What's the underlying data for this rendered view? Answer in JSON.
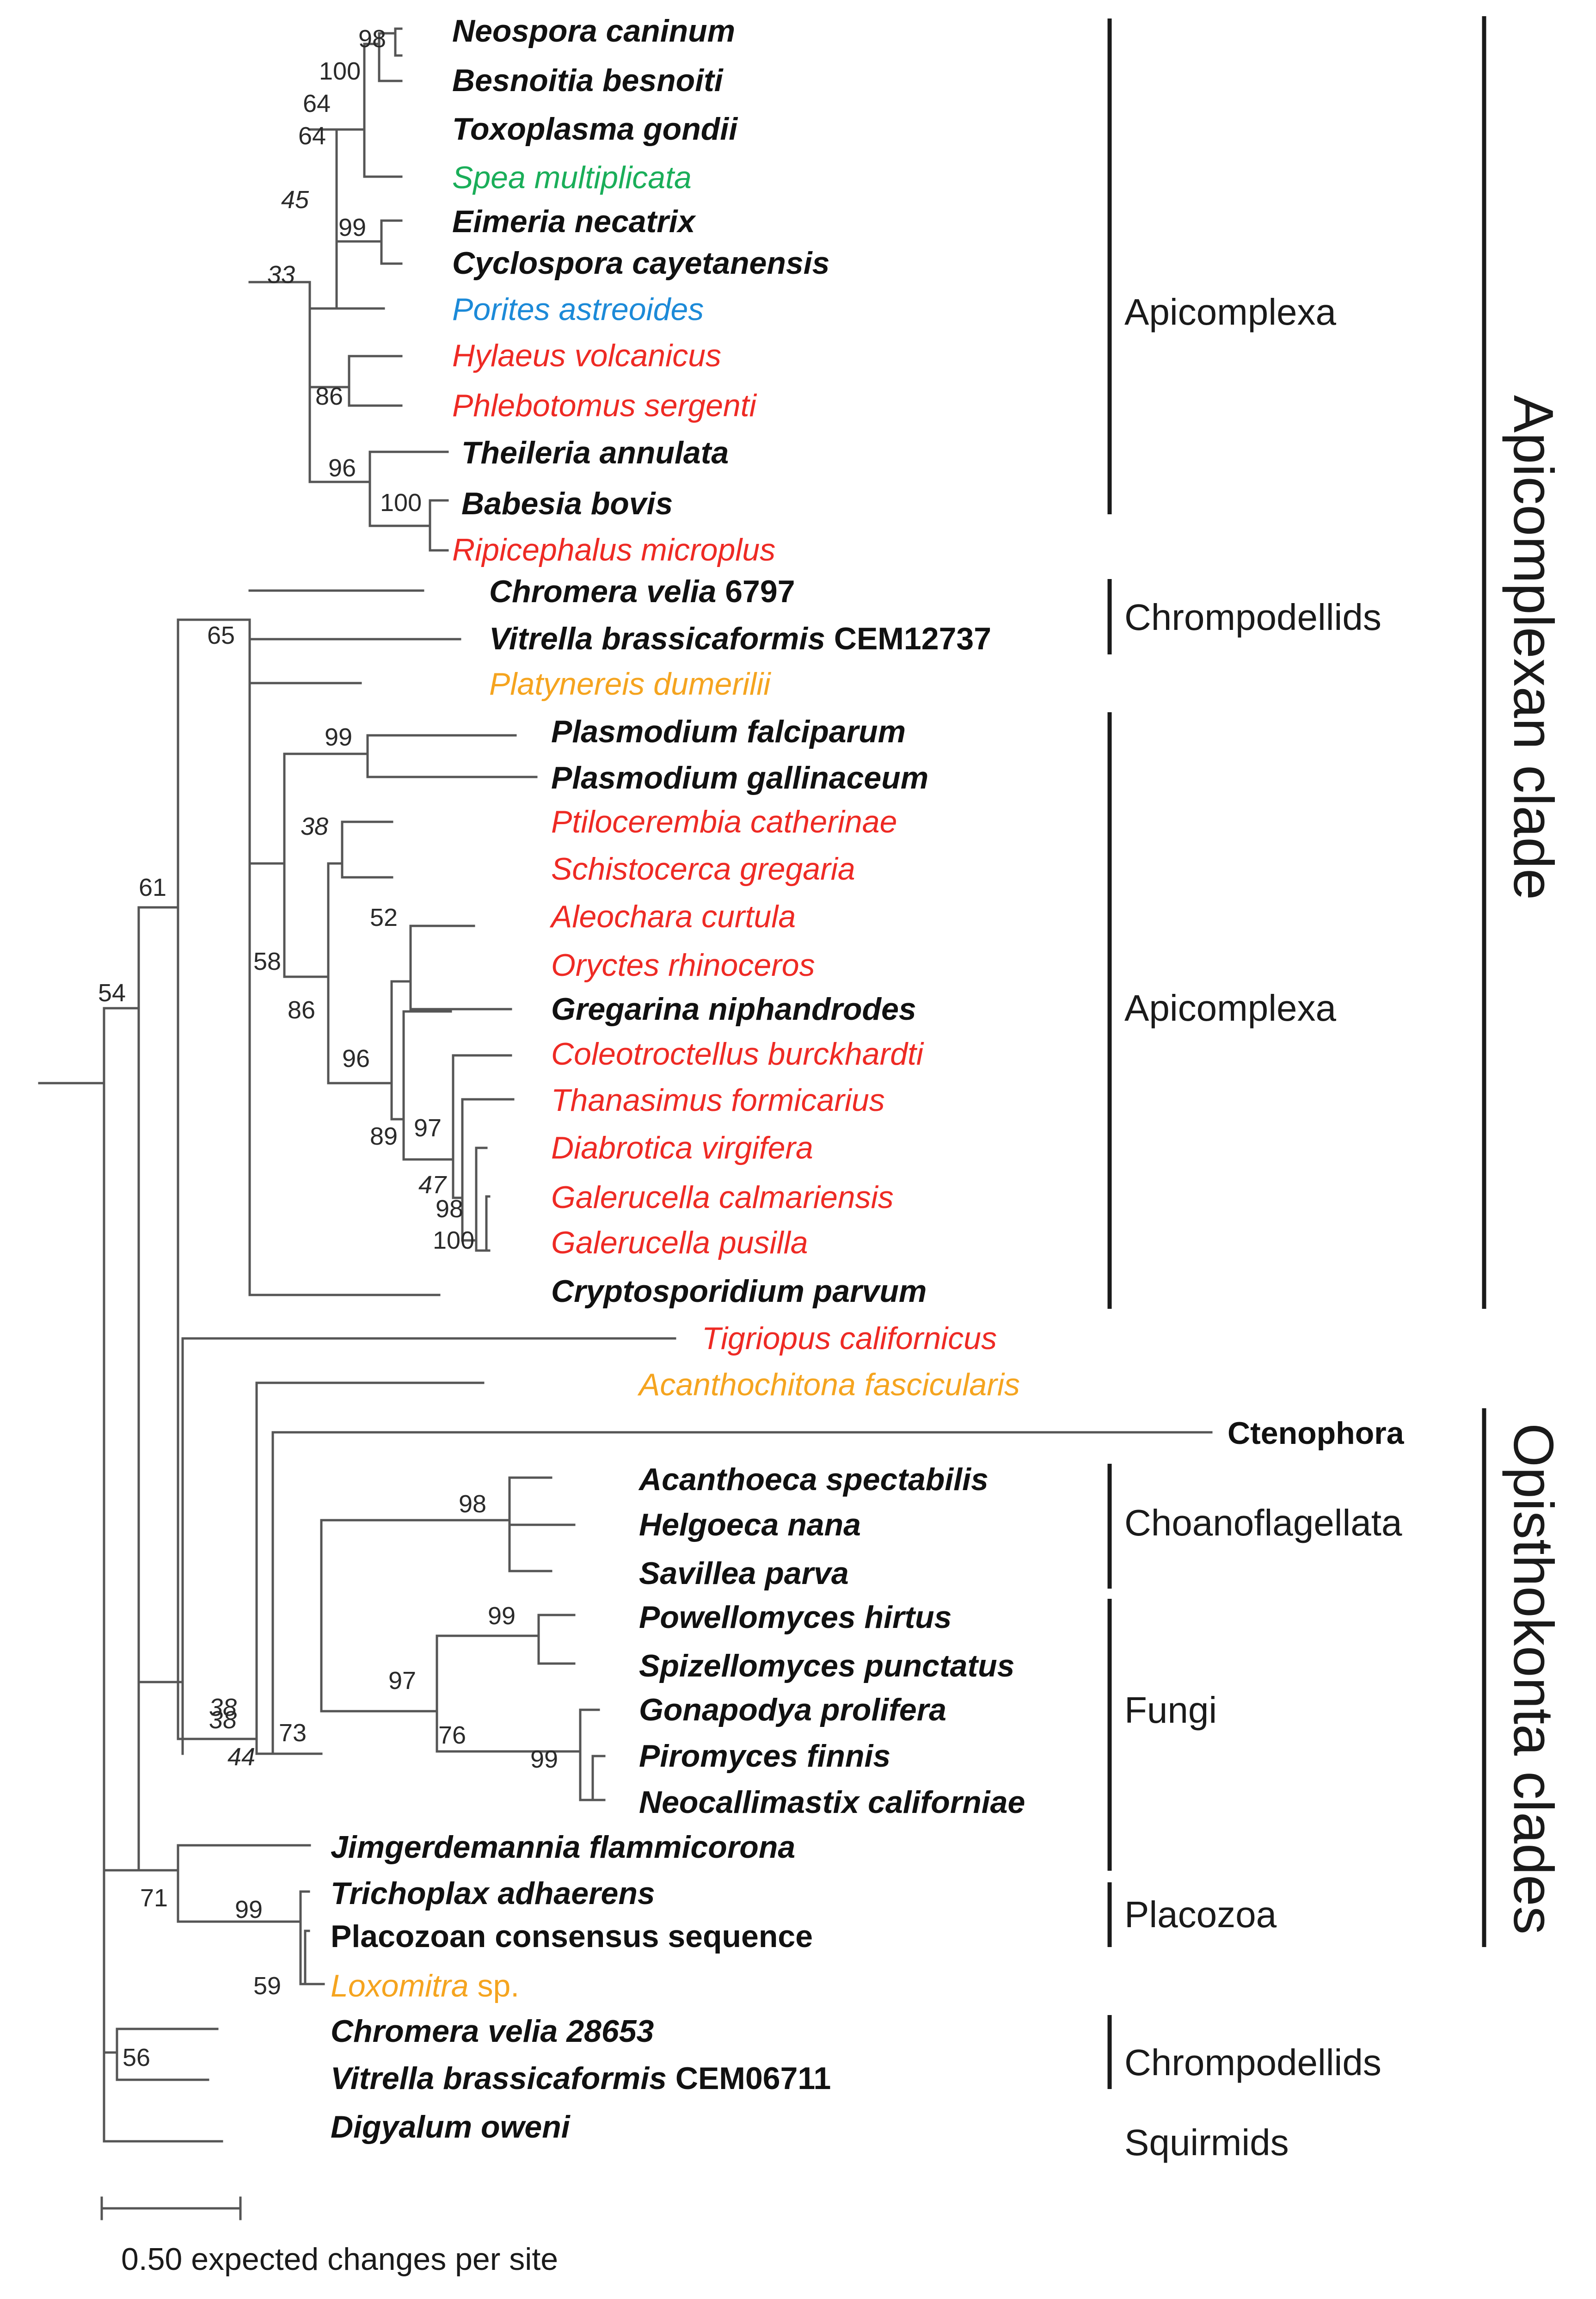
{
  "colors": {
    "bold": "#111111",
    "red": "#ee2a24",
    "green": "#1aae59",
    "blue": "#1c8ad8",
    "orange": "#f5a41f"
  },
  "taxa": {
    "neospora": {
      "parts": [
        {
          "t": "Neospora caninum",
          "i": 1
        }
      ],
      "b": 1,
      "c": "bold"
    },
    "besnoitia": {
      "parts": [
        {
          "t": "Besnoitia besnoiti",
          "i": 1
        }
      ],
      "b": 1,
      "c": "bold"
    },
    "toxoplasma": {
      "parts": [
        {
          "t": "Toxoplasma gondii",
          "i": 1
        }
      ],
      "b": 1,
      "c": "bold"
    },
    "spea": {
      "parts": [
        {
          "t": "Spea multiplicata",
          "i": 1
        }
      ],
      "b": 0,
      "c": "green"
    },
    "eimeria": {
      "parts": [
        {
          "t": "Eimeria necatrix",
          "i": 1
        }
      ],
      "b": 1,
      "c": "bold"
    },
    "cyclospora": {
      "parts": [
        {
          "t": "Cyclospora cayetanensis",
          "i": 1
        }
      ],
      "b": 1,
      "c": "bold"
    },
    "porites": {
      "parts": [
        {
          "t": "Porites astreoides",
          "i": 1
        }
      ],
      "b": 0,
      "c": "blue"
    },
    "hylaeus": {
      "parts": [
        {
          "t": "Hylaeus volcanicus",
          "i": 1
        }
      ],
      "b": 0,
      "c": "red"
    },
    "phlebotomus": {
      "parts": [
        {
          "t": "Phlebotomus sergenti",
          "i": 1
        }
      ],
      "b": 0,
      "c": "red"
    },
    "theileria": {
      "parts": [
        {
          "t": "Theileria annulata",
          "i": 1
        }
      ],
      "b": 1,
      "c": "bold"
    },
    "babesia": {
      "parts": [
        {
          "t": "Babesia bovis",
          "i": 1
        }
      ],
      "b": 1,
      "c": "bold"
    },
    "ripicephalus": {
      "parts": [
        {
          "t": "Ripicephalus microplus",
          "i": 1
        }
      ],
      "b": 0,
      "c": "red"
    },
    "chromera6797": {
      "parts": [
        {
          "t": "Chromera velia",
          "i": 1
        },
        {
          "t": " 6797",
          "i": 0
        }
      ],
      "b": 1,
      "c": "bold"
    },
    "vitrella12737": {
      "parts": [
        {
          "t": "Vitrella brassicaformis",
          "i": 1
        },
        {
          "t": " CEM12737",
          "i": 0
        }
      ],
      "b": 1,
      "c": "bold"
    },
    "platynereis": {
      "parts": [
        {
          "t": "Platynereis dumerilii",
          "i": 1
        }
      ],
      "b": 0,
      "c": "orange"
    },
    "pfalciparum": {
      "parts": [
        {
          "t": "Plasmodium falciparum",
          "i": 1
        }
      ],
      "b": 1,
      "c": "bold"
    },
    "pgallinaceum": {
      "parts": [
        {
          "t": "Plasmodium gallinaceum",
          "i": 1
        }
      ],
      "b": 1,
      "c": "bold"
    },
    "ptilocerembia": {
      "parts": [
        {
          "t": "Ptilocerembia catherinae",
          "i": 1
        }
      ],
      "b": 0,
      "c": "red"
    },
    "schistocerca": {
      "parts": [
        {
          "t": "Schistocerca gregaria",
          "i": 1
        }
      ],
      "b": 0,
      "c": "red"
    },
    "aleochara": {
      "parts": [
        {
          "t": "Aleochara curtula",
          "i": 1
        }
      ],
      "b": 0,
      "c": "red"
    },
    "oryctes": {
      "parts": [
        {
          "t": "Oryctes rhinoceros",
          "i": 1
        }
      ],
      "b": 0,
      "c": "red"
    },
    "gregarina": {
      "parts": [
        {
          "t": "Gregarina niphandrodes",
          "i": 1
        }
      ],
      "b": 1,
      "c": "bold"
    },
    "coleotroctellus": {
      "parts": [
        {
          "t": "Coleotroctellus burckhardti",
          "i": 1
        }
      ],
      "b": 0,
      "c": "red"
    },
    "thanasimus": {
      "parts": [
        {
          "t": "Thanasimus formicarius",
          "i": 1
        }
      ],
      "b": 0,
      "c": "red"
    },
    "diabrotica": {
      "parts": [
        {
          "t": "Diabrotica virgifera",
          "i": 1
        }
      ],
      "b": 0,
      "c": "red"
    },
    "galerucellaC": {
      "parts": [
        {
          "t": "Galerucella calmariensis",
          "i": 1
        }
      ],
      "b": 0,
      "c": "red"
    },
    "galerucellaP": {
      "parts": [
        {
          "t": "Galerucella pusilla",
          "i": 1
        }
      ],
      "b": 0,
      "c": "red"
    },
    "cryptosporidium": {
      "parts": [
        {
          "t": "Cryptosporidium parvum",
          "i": 1
        }
      ],
      "b": 1,
      "c": "bold"
    },
    "tigriopus": {
      "parts": [
        {
          "t": "Tigriopus californicus",
          "i": 1
        }
      ],
      "b": 0,
      "c": "red"
    },
    "acanthochitona": {
      "parts": [
        {
          "t": "Acanthochitona fascicularis",
          "i": 1
        }
      ],
      "b": 0,
      "c": "orange"
    },
    "ctenophora": {
      "parts": [
        {
          "t": "Ctenophora",
          "i": 0
        }
      ],
      "b": 1,
      "c": "bold"
    },
    "acanthoeca": {
      "parts": [
        {
          "t": "Acanthoeca spectabilis",
          "i": 1
        }
      ],
      "b": 1,
      "c": "bold"
    },
    "helgoeca": {
      "parts": [
        {
          "t": "Helgoeca nana",
          "i": 1
        }
      ],
      "b": 1,
      "c": "bold"
    },
    "savillea": {
      "parts": [
        {
          "t": "Savillea parva",
          "i": 1
        }
      ],
      "b": 1,
      "c": "bold"
    },
    "powellomyces": {
      "parts": [
        {
          "t": "Powellomyces hirtus",
          "i": 1
        }
      ],
      "b": 1,
      "c": "bold"
    },
    "spizellomyces": {
      "parts": [
        {
          "t": "Spizellomyces punctatus",
          "i": 1
        }
      ],
      "b": 1,
      "c": "bold"
    },
    "gonapodya": {
      "parts": [
        {
          "t": "Gonapodya prolifera",
          "i": 1
        }
      ],
      "b": 1,
      "c": "bold"
    },
    "piromyces": {
      "parts": [
        {
          "t": "Piromyces finnis",
          "i": 1
        }
      ],
      "b": 1,
      "c": "bold"
    },
    "neocallimastix": {
      "parts": [
        {
          "t": "Neocallimastix californiae",
          "i": 1
        }
      ],
      "b": 1,
      "c": "bold"
    },
    "jimgerdemannia": {
      "parts": [
        {
          "t": "Jimgerdemannia flammicorona",
          "i": 1
        }
      ],
      "b": 1,
      "c": "bold"
    },
    "trichoplax": {
      "parts": [
        {
          "t": "Trichoplax adhaerens",
          "i": 1
        }
      ],
      "b": 1,
      "c": "bold"
    },
    "placozoan": {
      "parts": [
        {
          "t": "Placozoan consensus sequence",
          "i": 0
        }
      ],
      "b": 1,
      "c": "bold"
    },
    "loxomitra": {
      "parts": [
        {
          "t": "Loxomitra",
          "i": 1
        },
        {
          "t": " sp.",
          "i": 0
        }
      ],
      "b": 0,
      "c": "orange"
    },
    "chromera28653": {
      "parts": [
        {
          "t": "Chromera velia 28653",
          "i": 1
        }
      ],
      "b": 1,
      "c": "bold"
    },
    "vitrella06711": {
      "parts": [
        {
          "t": "Vitrella brassicaformis",
          "i": 1
        },
        {
          "t": " CEM06711",
          "i": 0
        }
      ],
      "b": 1,
      "c": "bold"
    },
    "digyalum": {
      "parts": [
        {
          "t": "Digyalum oweni",
          "i": 1
        }
      ],
      "b": 1,
      "c": "bold"
    }
  },
  "supports": {
    "n98a": {
      "v": "98",
      "i": 0
    },
    "n100a": {
      "v": "100",
      "i": 0
    },
    "n64a": {
      "v": "64",
      "i": 0
    },
    "n64b": {
      "v": "64",
      "i": 0
    },
    "n45": {
      "v": "45",
      "i": 1
    },
    "n99a": {
      "v": "99",
      "i": 0
    },
    "n33": {
      "v": "33",
      "i": 1
    },
    "n86a": {
      "v": "86",
      "i": 0
    },
    "n96a": {
      "v": "96",
      "i": 0
    },
    "n100b": {
      "v": "100",
      "i": 0
    },
    "n65": {
      "v": "65",
      "i": 0
    },
    "n99b": {
      "v": "99",
      "i": 0
    },
    "n38a": {
      "v": "38",
      "i": 1
    },
    "n52": {
      "v": "52",
      "i": 0
    },
    "n58": {
      "v": "58",
      "i": 0
    },
    "n86b": {
      "v": "86",
      "i": 0
    },
    "n96b": {
      "v": "96",
      "i": 0
    },
    "n89": {
      "v": "89",
      "i": 0
    },
    "n97a": {
      "v": "97",
      "i": 0
    },
    "n47": {
      "v": "47",
      "i": 1
    },
    "n98b": {
      "v": "98",
      "i": 0
    },
    "n100c": {
      "v": "100",
      "i": 0
    },
    "n61": {
      "v": "61",
      "i": 0
    },
    "n54": {
      "v": "54",
      "i": 0
    },
    "n98c": {
      "v": "98",
      "i": 0
    },
    "n38b": {
      "v": "38",
      "i": 1
    },
    "n38c": {
      "v": "38",
      "i": 1
    },
    "n44": {
      "v": "44",
      "i": 1
    },
    "n73": {
      "v": "73",
      "i": 0
    },
    "n99c": {
      "v": "99",
      "i": 0
    },
    "n97b": {
      "v": "97",
      "i": 0
    },
    "n76": {
      "v": "76",
      "i": 0
    },
    "n99d": {
      "v": "99",
      "i": 0
    },
    "n71": {
      "v": "71",
      "i": 0
    },
    "n99e": {
      "v": "99",
      "i": 0
    },
    "n59": {
      "v": "59",
      "i": 0
    },
    "n56": {
      "v": "56",
      "i": 0
    }
  },
  "clades": {
    "apicomplexa1": "Apicomplexa",
    "chrompodellids1": "Chrompodellids",
    "apicomplexa2": "Apicomplexa",
    "choanoflagellata": "Choanoflagellata",
    "fungi": "Fungi",
    "placozoa": "Placozoa",
    "chrompodellids2": "Chrompodellids",
    "squirmids": "Squirmids",
    "apicomplexan_clade": "Apicomplexan clade",
    "opisthokonta_clades": "Opisthokonta clades"
  },
  "scale": {
    "value": 0.5,
    "label": "0.50  expected changes per site"
  }
}
